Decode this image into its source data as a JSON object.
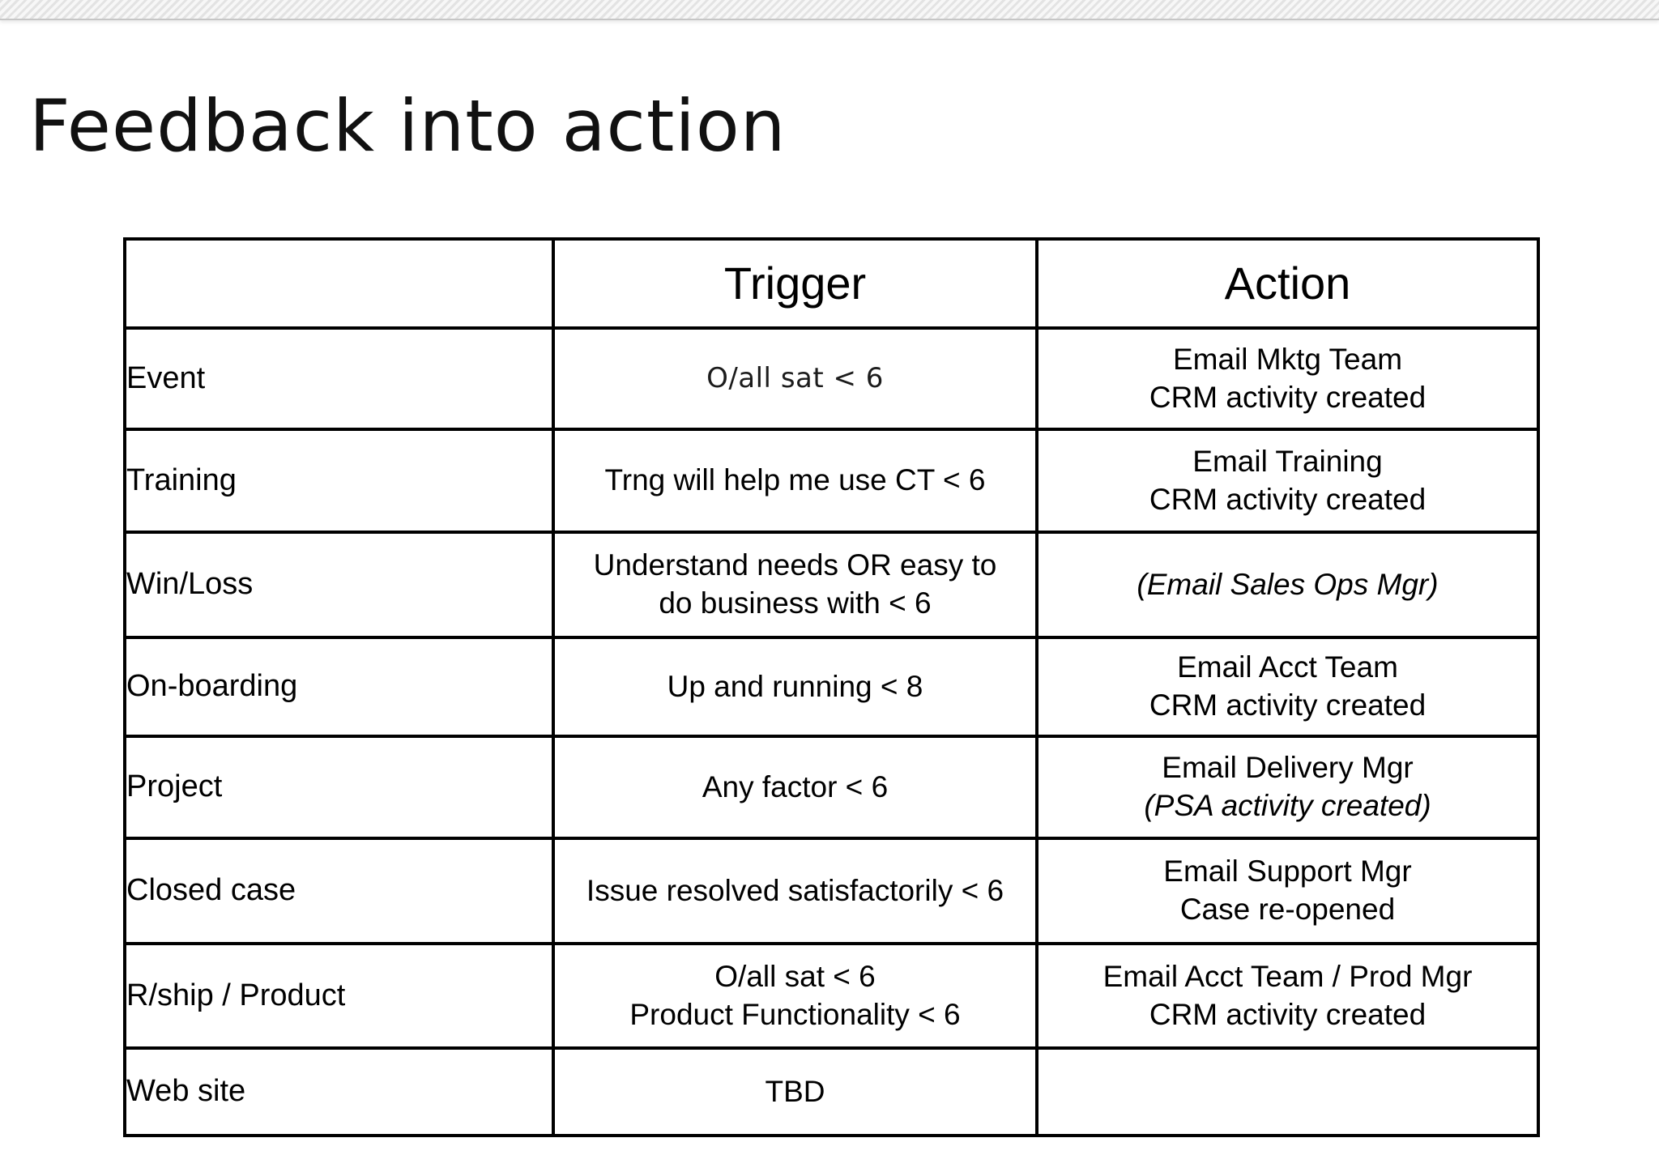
{
  "title": "Feedback into action",
  "colors": {
    "background": "#ffffff",
    "text": "#000000",
    "table_border": "#000000",
    "band_stripe_dark": "#e3e3e3",
    "band_stripe_light": "#f7f7f7",
    "band_edge": "#c6c6c6"
  },
  "table": {
    "header": {
      "blank": "",
      "trigger": "Trigger",
      "action": "Action"
    },
    "rows": [
      {
        "label": "Event",
        "trigger1": "O/all sat < 6",
        "action1": "Email Mktg Team",
        "action2": "CRM activity created"
      },
      {
        "label": "Training",
        "trigger1": "Trng will help me use CT < 6",
        "action1": "Email Training",
        "action2": "CRM activity created"
      },
      {
        "label": "Win/Loss",
        "trigger1": "Understand needs OR easy to",
        "trigger2": "do business with < 6",
        "action1": "(Email Sales Ops Mgr)"
      },
      {
        "label": "On-boarding",
        "trigger1": "Up and running < 8",
        "action1": "Email Acct Team",
        "action2": "CRM activity created"
      },
      {
        "label": "Project",
        "trigger1": "Any factor < 6",
        "action1": "Email Delivery Mgr",
        "action2": "(PSA activity created)"
      },
      {
        "label": "Closed case",
        "trigger1": "Issue resolved satisfactorily < 6",
        "action1": "Email Support Mgr",
        "action2": "Case re-opened"
      },
      {
        "label": "R/ship / Product",
        "trigger1": "O/all sat < 6",
        "trigger2": "Product Functionality < 6",
        "action1": "Email Acct Team / Prod Mgr",
        "action2": "CRM activity created"
      },
      {
        "label": "Web site",
        "trigger1": "TBD"
      }
    ]
  }
}
